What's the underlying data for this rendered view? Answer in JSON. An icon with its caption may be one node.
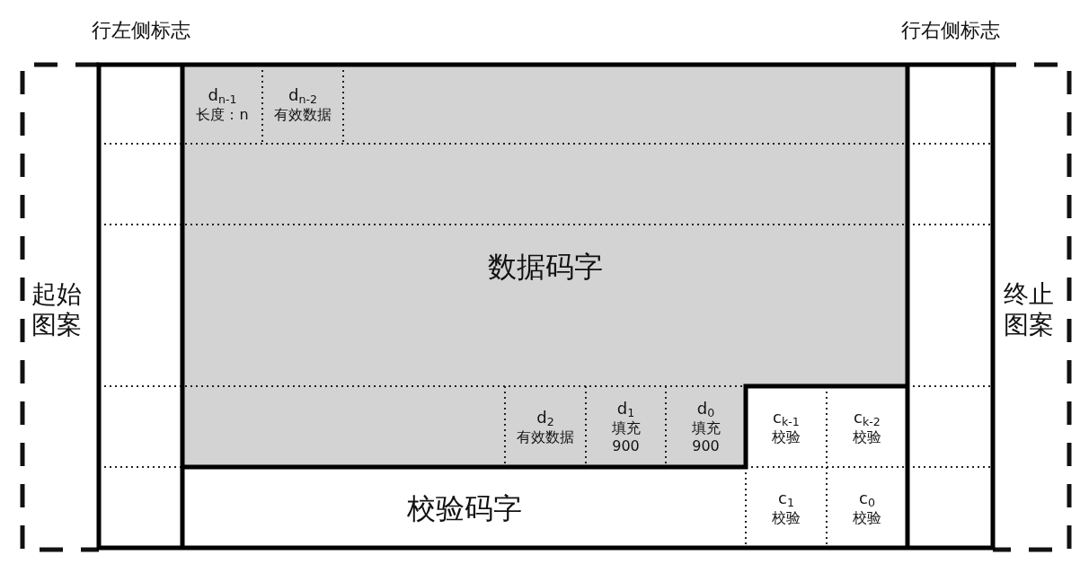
{
  "diagram": {
    "nodes": [
      {
        "text": [
          "起始图案"
        ]
      },
      {
        "text": [
          "行左侧标志"
        ]
      },
      {
        "text": [
          "数据码字"
        ]
      },
      {
        "text": [
          "d$_{n-1}$",
          "长度：n"
        ],
        "in": 2
      },
      {
        "text": [
          "d$_{n-2}$",
          "有效数据"
        ],
        "in": 2
      },
      {
        "text": [
          "d$_{2}$",
          "有效数据"
        ]
      },
      {
        "text": [
          "d$_{1}$",
          "填充",
          "900"
        ]
      },
      {
        "text": [
          "d$_{0}$",
          "填充",
          "900"
        ]
      },
      {
        "text": [
          "校验码字"
        ]
      },
      {
        "text": [
          "c$_{k-1}$",
          "校验"
        ]
      },
      {
        "text": [
          "c$_{k-2}$",
          "校验"
        ]
      },
      {
        "text": [
          "c$_{1}$",
          "校验"
        ],
        "in": 8
      },
      {
        "text": [
          "c$_{0}$",
          "校验"
        ],
        "in": 8
      },
      {
        "text": [
          "行右侧标志"
        ]
      },
      {
        "text": [
          "终止图案"
        ]
      }
    ],
    "edges": []
  }
}
